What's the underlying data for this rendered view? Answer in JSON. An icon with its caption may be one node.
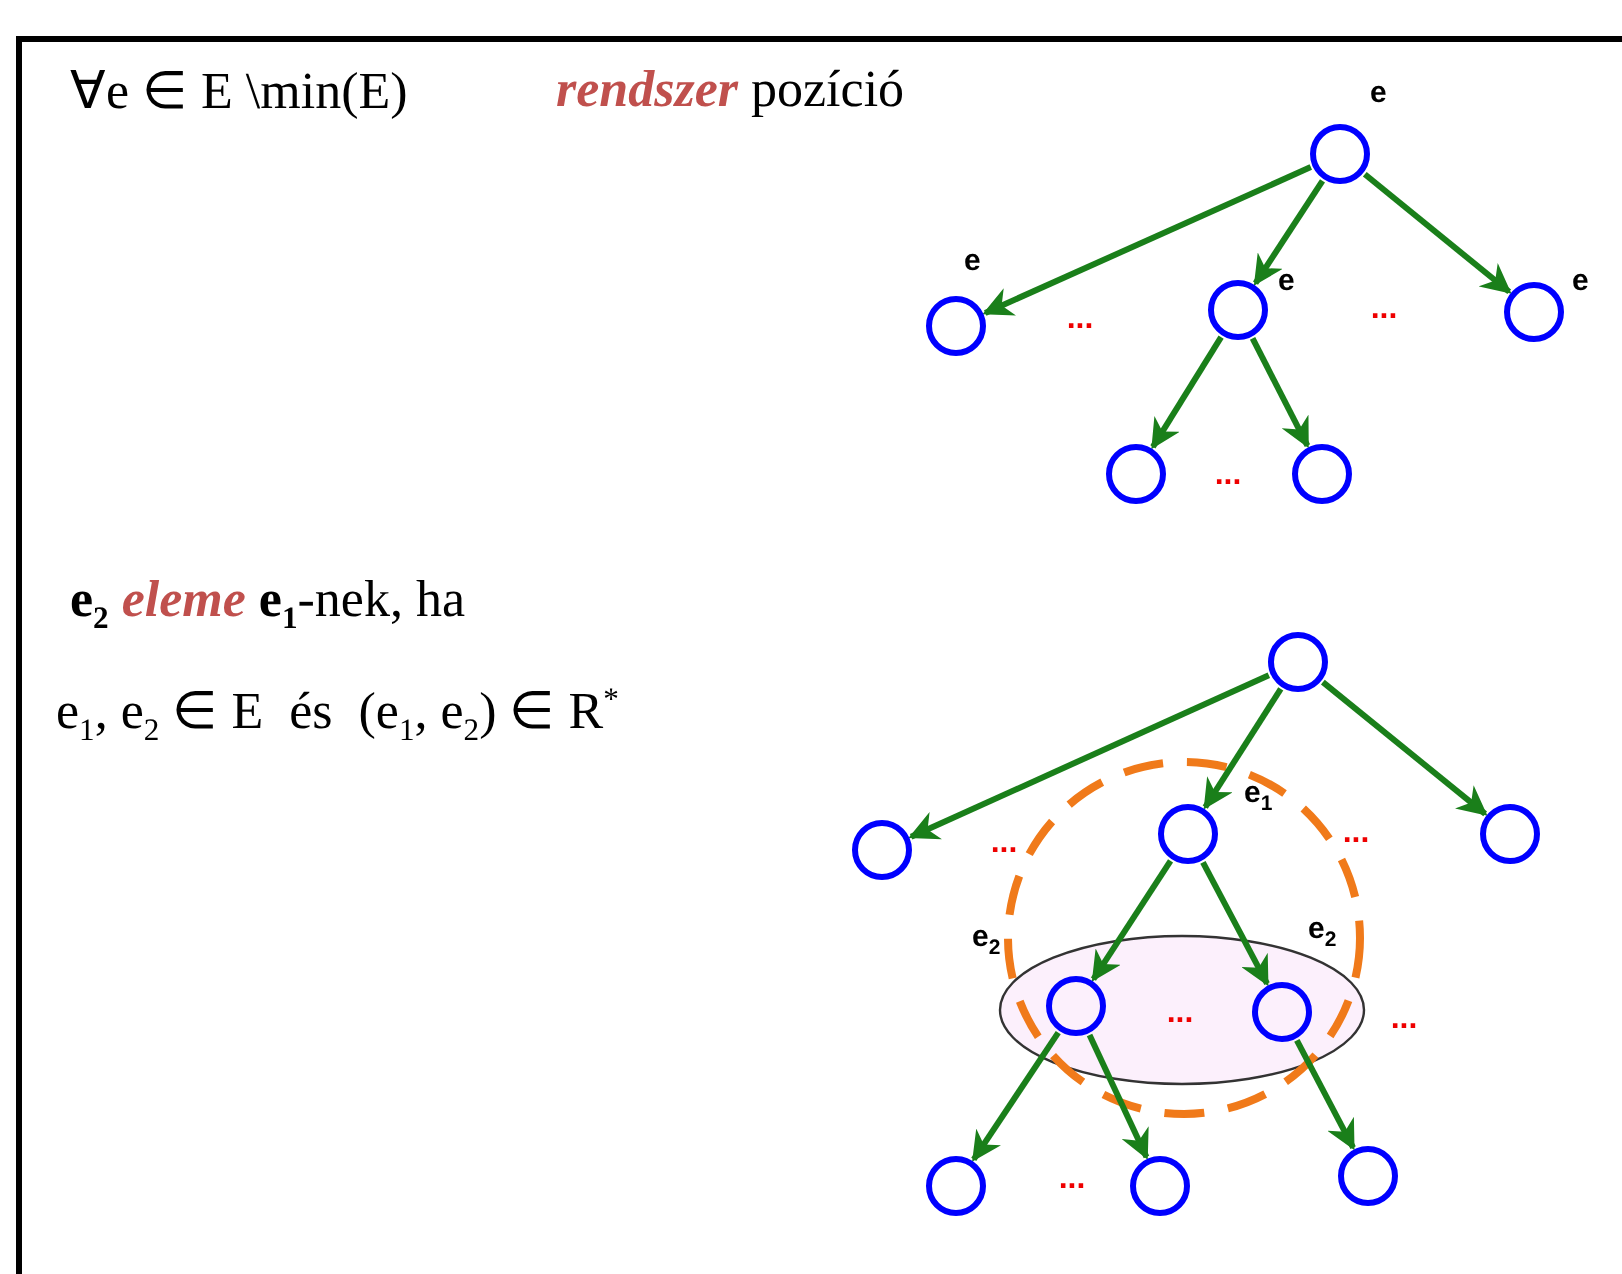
{
  "diagram": {
    "nodes": [
      {
        "text": [],
        "shape": "circle",
        "beside": [
          "e"
        ]
      },
      {
        "text": [],
        "shape": "circle",
        "beside": [
          "e"
        ]
      },
      {
        "text": [],
        "shape": "circle",
        "beside": [
          "e"
        ]
      },
      {
        "text": [],
        "shape": "circle",
        "beside": [
          "e"
        ]
      },
      {
        "text": [],
        "shape": "circle"
      },
      {
        "text": [],
        "shape": "circle"
      },
      {
        "text": [],
        "shape": "circle"
      },
      {
        "text": [],
        "shape": "circle"
      },
      {
        "text": [],
        "shape": "circle",
        "beside": [
          "e$_{1}$"
        ]
      },
      {
        "text": [],
        "shape": "circle"
      },
      {
        "text": [],
        "shape": "circle",
        "beside": [
          "e$_{2}$"
        ]
      },
      {
        "text": [],
        "shape": "circle",
        "beside": [
          "e$_{2}$"
        ]
      },
      {
        "text": [],
        "shape": "circle"
      },
      {
        "text": [],
        "shape": "circle"
      },
      {
        "text": [],
        "shape": "circle"
      }
    ],
    "edges": [
      {
        "from": 0,
        "to": 1,
        "arrow": "to"
      },
      {
        "from": 0,
        "to": 2,
        "arrow": "to"
      },
      {
        "from": 0,
        "to": 3,
        "arrow": "to"
      },
      {
        "from": 2,
        "to": 4,
        "arrow": "to"
      },
      {
        "from": 2,
        "to": 5,
        "arrow": "to"
      },
      {
        "from": 6,
        "to": 7,
        "arrow": "to"
      },
      {
        "from": 6,
        "to": 8,
        "arrow": "to"
      },
      {
        "from": 6,
        "to": 9,
        "arrow": "to"
      },
      {
        "from": 8,
        "to": 10,
        "arrow": "to"
      },
      {
        "from": 8,
        "to": 11,
        "arrow": "to"
      },
      {
        "from": 10,
        "to": 12,
        "arrow": "to"
      },
      {
        "from": 10,
        "to": 13,
        "arrow": "to"
      },
      {
        "from": 11,
        "to": 14,
        "arrow": "to"
      }
    ],
    "labels": [
      "∀e ∈ E \\min(E)",
      "*rendszer* pozíció",
      "...",
      "...",
      "...",
      "**e$_{2}$** *eleme* **e$_{1}$**-nek, ha",
      "e$_{1}$, e$_{2}$ ∈ E  és  (e$_{1}$, e$_{2}$) ∈ R$^{*}$",
      "...",
      "...",
      "...",
      "...",
      "..."
    ]
  }
}
